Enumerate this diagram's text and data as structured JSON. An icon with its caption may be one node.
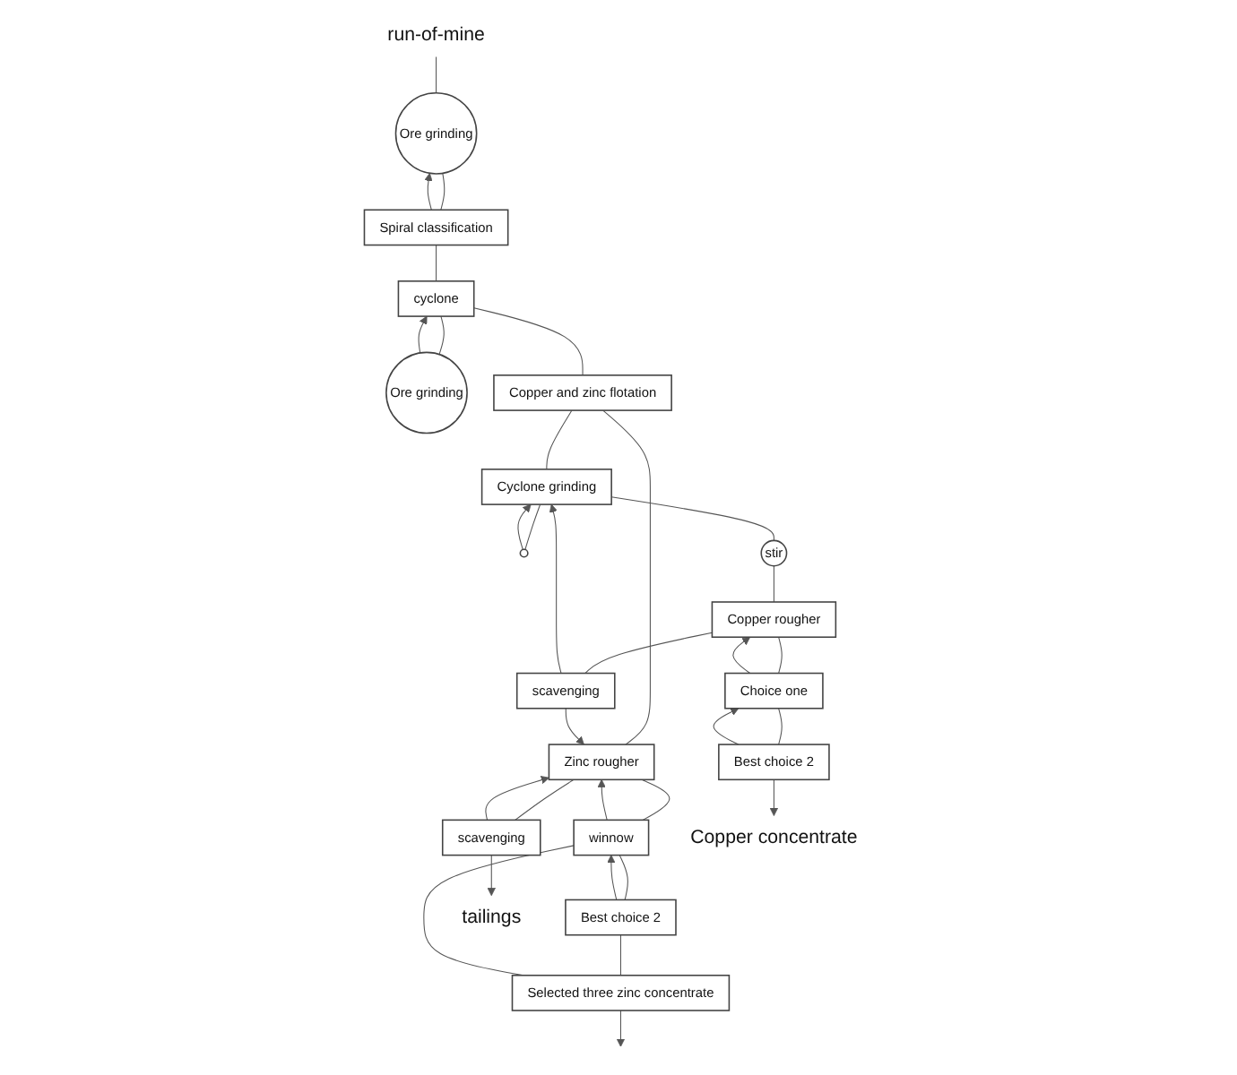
{
  "diagram": {
    "nodes": [
      {
        "text": [
          "run-of-mine"
        ]
      },
      {
        "text": [
          "Ore grinding"
        ]
      },
      {
        "text": [
          "Spiral classification"
        ]
      },
      {
        "text": [
          "cyclone"
        ]
      },
      {
        "text": [
          "Ore grinding"
        ]
      },
      {
        "text": [
          "Copper and zinc flotation"
        ]
      },
      {
        "text": [
          "Cyclone grinding"
        ]
      },
      {
        "text": [],
        "shape": "circle"
      },
      {
        "text": [
          "stir"
        ]
      },
      {
        "text": [
          "Zinc rougher"
        ]
      },
      {
        "text": [
          "scavenging"
        ]
      },
      {
        "text": [
          "winnow"
        ]
      },
      {
        "text": [
          "Copper rougher"
        ]
      },
      {
        "text": [
          "Best choice 2"
        ]
      },
      {
        "text": [
          "Choice one"
        ]
      },
      {
        "text": [
          "scavenging"
        ]
      },
      {
        "text": [
          "Selected three zinc concentrate"
        ]
      },
      {
        "text": [
          "Best choice 2"
        ]
      },
      {
        "text": [
          "Copper concentrate"
        ]
      },
      {
        "text": [
          "tailings"
        ]
      }
    ],
    "edges": [
      {
        "from": 0,
        "to": 1,
        "arrow": "none"
      },
      {
        "from": 1,
        "to": 2,
        "arrow": "none"
      },
      {
        "from": 2,
        "to": 1,
        "arrow": "to"
      },
      {
        "from": 2,
        "to": 3,
        "arrow": "none"
      },
      {
        "from": 3,
        "to": 4,
        "arrow": "none"
      },
      {
        "from": 4,
        "to": 3,
        "arrow": "to"
      },
      {
        "from": 3,
        "to": 5,
        "arrow": "none"
      },
      {
        "from": 5,
        "to": 6,
        "arrow": "none"
      },
      {
        "from": 6,
        "to": 7,
        "arrow": "none"
      },
      {
        "from": 7,
        "to": 6,
        "arrow": "to"
      },
      {
        "from": 6,
        "to": 8,
        "arrow": "none"
      },
      {
        "from": 8,
        "to": 12,
        "arrow": "none"
      },
      {
        "from": 15,
        "to": 6,
        "arrow": "to"
      },
      {
        "from": 5,
        "to": 9,
        "arrow": "none"
      },
      {
        "from": 15,
        "to": 9,
        "arrow": "to"
      },
      {
        "from": 11,
        "to": 9,
        "arrow": "to"
      },
      {
        "from": 9,
        "to": 10,
        "arrow": "none"
      },
      {
        "from": 9,
        "to": 11,
        "arrow": "none"
      },
      {
        "from": 10,
        "to": 9,
        "arrow": "to"
      },
      {
        "from": 10,
        "to": 19,
        "arrow": "to"
      },
      {
        "from": 13,
        "to": 11,
        "arrow": "to"
      },
      {
        "from": 11,
        "to": 13,
        "arrow": "none"
      },
      {
        "from": 13,
        "to": 16,
        "arrow": "none"
      },
      {
        "from": 16,
        "to": 11,
        "arrow": "none"
      },
      {
        "from": 16,
        "to": null,
        "arrow": "to"
      },
      {
        "from": 12,
        "to": 14,
        "arrow": "none"
      },
      {
        "from": 12,
        "to": 15,
        "arrow": "none"
      },
      {
        "from": 14,
        "to": 12,
        "arrow": "to"
      },
      {
        "from": 14,
        "to": 17,
        "arrow": "none"
      },
      {
        "from": 17,
        "to": 14,
        "arrow": "to"
      },
      {
        "from": 17,
        "to": 18,
        "arrow": "to"
      }
    ]
  }
}
